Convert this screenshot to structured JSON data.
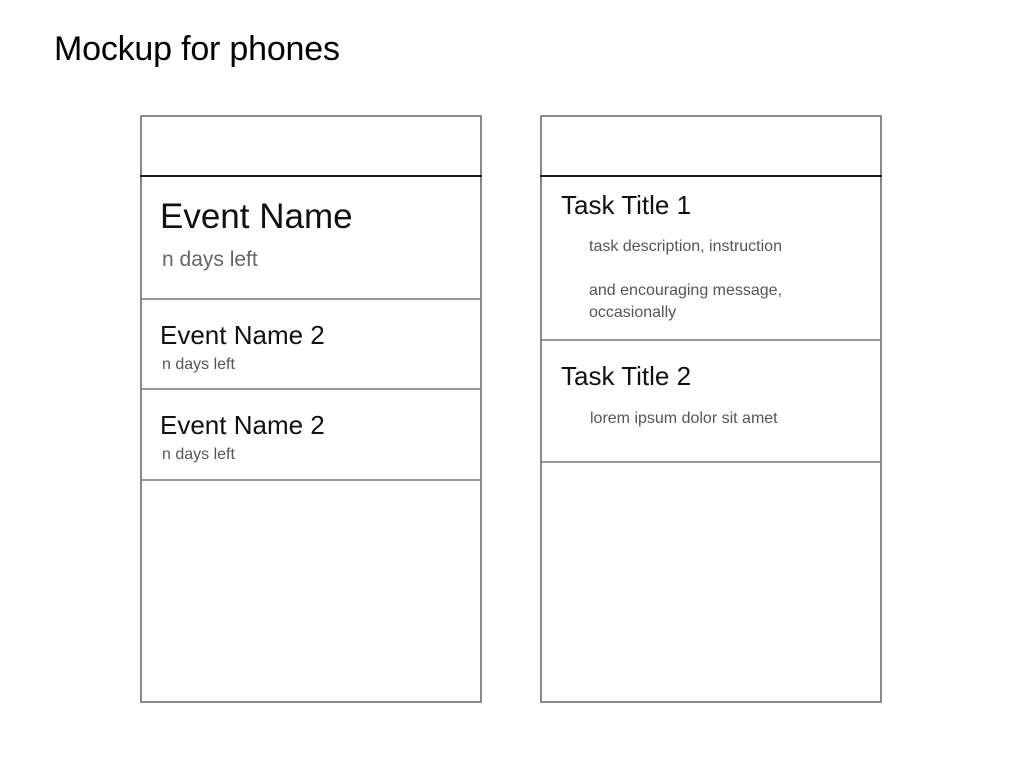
{
  "page_title": "Mockup for phones",
  "events_phone": {
    "events": [
      {
        "name": "Event Name",
        "remaining": "n days left"
      },
      {
        "name": "Event Name 2",
        "remaining": "n days left"
      },
      {
        "name": "Event Name 2",
        "remaining": "n days left"
      }
    ]
  },
  "tasks_phone": {
    "tasks": [
      {
        "title": "Task Title 1",
        "description_line1": "task description, instruction",
        "description_line2": "and encouraging message, occasionally"
      },
      {
        "title": "Task Title 2",
        "description_line1": "lorem ipsum dolor sit amet"
      }
    ]
  }
}
